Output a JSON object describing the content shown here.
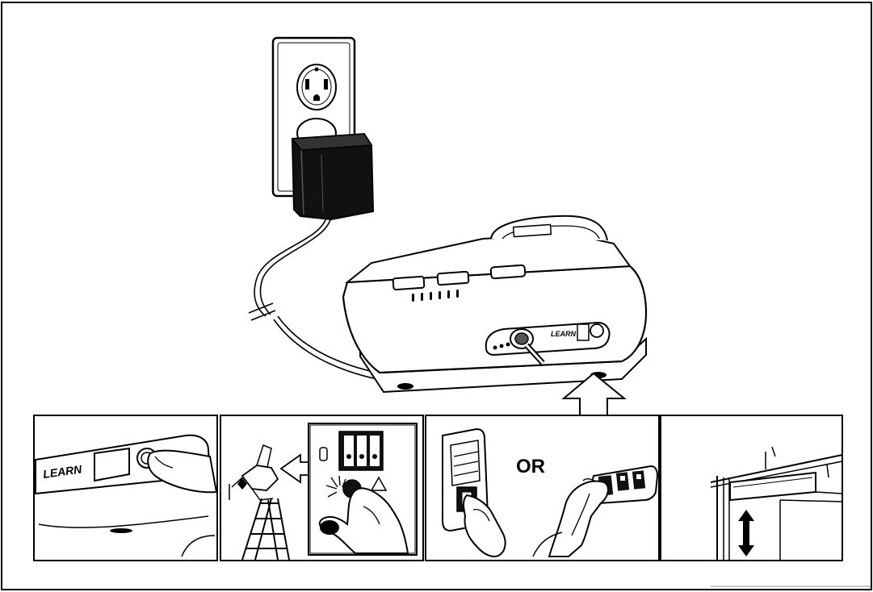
{
  "labels": {
    "base_learn": "LEARN",
    "panel1_learn": "LEARN",
    "or": "OR"
  },
  "panels": [
    {
      "id": "press-learn"
    },
    {
      "id": "opener-learn-button"
    },
    {
      "id": "remote-options"
    },
    {
      "id": "garage-door-moves"
    }
  ]
}
